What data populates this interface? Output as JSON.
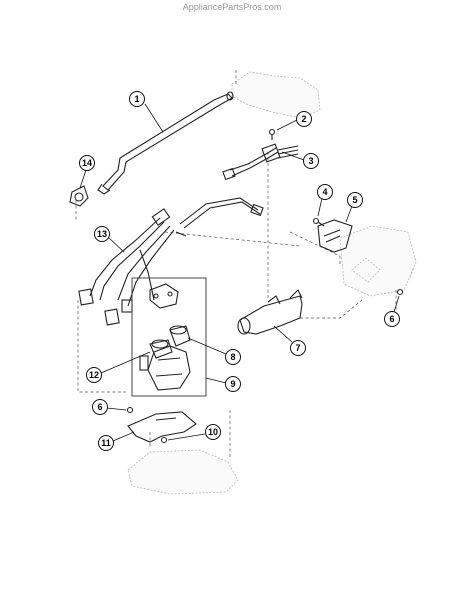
{
  "watermark": "AppliancePartsPros.com",
  "callouts": [
    {
      "id": "callout-1",
      "label": "1"
    },
    {
      "id": "callout-2",
      "label": "2"
    },
    {
      "id": "callout-3",
      "label": "3"
    },
    {
      "id": "callout-4",
      "label": "4"
    },
    {
      "id": "callout-5",
      "label": "5"
    },
    {
      "id": "callout-6a",
      "label": "6"
    },
    {
      "id": "callout-6b",
      "label": "6"
    },
    {
      "id": "callout-7",
      "label": "7"
    },
    {
      "id": "callout-8",
      "label": "8"
    },
    {
      "id": "callout-9",
      "label": "9"
    },
    {
      "id": "callout-10",
      "label": "10"
    },
    {
      "id": "callout-11",
      "label": "11"
    },
    {
      "id": "callout-12",
      "label": "12"
    },
    {
      "id": "callout-13",
      "label": "13"
    },
    {
      "id": "callout-14",
      "label": "14"
    }
  ]
}
